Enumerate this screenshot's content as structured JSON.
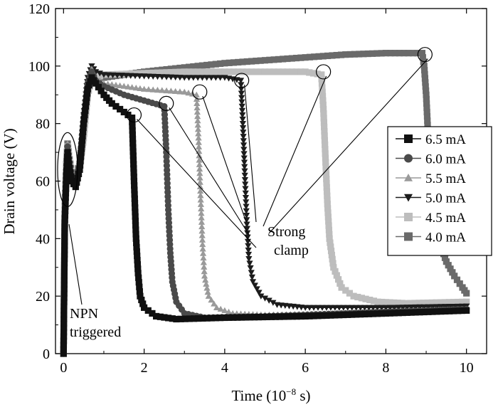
{
  "chart_data": {
    "type": "line",
    "xlabel": "Time (10",
    "xlabel_exp": "−8",
    "xlabel_suffix": " s)",
    "ylabel": "Drain voltage (V)",
    "xlim": [
      -0.2,
      10.5
    ],
    "ylim": [
      0,
      120
    ],
    "xticks": [
      "0",
      "2",
      "4",
      "6",
      "8",
      "10"
    ],
    "yticks": [
      "0",
      "20",
      "40",
      "60",
      "80",
      "100",
      "120"
    ],
    "grid": false,
    "legend_position": "right",
    "annotations": {
      "npn": [
        "NPN",
        "triggered"
      ],
      "clamp": [
        "Strong",
        "clamp"
      ]
    },
    "series": [
      {
        "name": "6.5 mA",
        "color": "#101010",
        "marker": "square",
        "points": [
          [
            0,
            0
          ],
          [
            0.03,
            45
          ],
          [
            0.07,
            62
          ],
          [
            0.1,
            70
          ],
          [
            0.13,
            66
          ],
          [
            0.2,
            60
          ],
          [
            0.3,
            58
          ],
          [
            0.4,
            64
          ],
          [
            0.5,
            80
          ],
          [
            0.6,
            92
          ],
          [
            0.7,
            96
          ],
          [
            0.8,
            94
          ],
          [
            1.0,
            90
          ],
          [
            1.2,
            87
          ],
          [
            1.5,
            84
          ],
          [
            1.7,
            82
          ],
          [
            1.75,
            60
          ],
          [
            1.8,
            40
          ],
          [
            1.85,
            28
          ],
          [
            1.9,
            20
          ],
          [
            2.0,
            16
          ],
          [
            2.3,
            13
          ],
          [
            2.8,
            12
          ],
          [
            4,
            12.5
          ],
          [
            6,
            13
          ],
          [
            8,
            14
          ],
          [
            10,
            15
          ]
        ]
      },
      {
        "name": "6.0 mA",
        "color": "#4a4a4a",
        "marker": "circle",
        "points": [
          [
            0,
            0
          ],
          [
            0.03,
            48
          ],
          [
            0.07,
            64
          ],
          [
            0.1,
            72
          ],
          [
            0.13,
            68
          ],
          [
            0.2,
            62
          ],
          [
            0.3,
            60
          ],
          [
            0.4,
            66
          ],
          [
            0.5,
            82
          ],
          [
            0.6,
            94
          ],
          [
            0.7,
            98
          ],
          [
            0.8,
            95
          ],
          [
            1.0,
            93
          ],
          [
            1.5,
            90
          ],
          [
            2.0,
            88
          ],
          [
            2.5,
            86
          ],
          [
            2.55,
            70
          ],
          [
            2.6,
            50
          ],
          [
            2.65,
            35
          ],
          [
            2.7,
            25
          ],
          [
            2.8,
            18
          ],
          [
            3.0,
            14
          ],
          [
            3.5,
            12.5
          ],
          [
            5,
            13
          ],
          [
            7,
            14
          ],
          [
            10,
            15.5
          ]
        ]
      },
      {
        "name": "5.5 mA",
        "color": "#9a9a9a",
        "marker": "triangle-up",
        "points": [
          [
            0,
            0
          ],
          [
            0.03,
            50
          ],
          [
            0.07,
            66
          ],
          [
            0.1,
            73
          ],
          [
            0.13,
            69
          ],
          [
            0.2,
            63
          ],
          [
            0.3,
            61
          ],
          [
            0.4,
            68
          ],
          [
            0.5,
            84
          ],
          [
            0.6,
            95
          ],
          [
            0.7,
            99
          ],
          [
            0.8,
            96
          ],
          [
            1.0,
            94
          ],
          [
            1.5,
            93
          ],
          [
            2.0,
            92
          ],
          [
            3.0,
            91
          ],
          [
            3.3,
            90
          ],
          [
            3.35,
            75
          ],
          [
            3.4,
            55
          ],
          [
            3.45,
            38
          ],
          [
            3.5,
            27
          ],
          [
            3.6,
            20
          ],
          [
            3.8,
            16
          ],
          [
            4.2,
            14
          ],
          [
            5,
            13.5
          ],
          [
            7,
            14
          ],
          [
            10,
            15
          ]
        ]
      },
      {
        "name": "5.0 mA",
        "color": "#1c1c1c",
        "marker": "triangle-down",
        "points": [
          [
            0,
            0
          ],
          [
            0.03,
            47
          ],
          [
            0.07,
            63
          ],
          [
            0.1,
            71
          ],
          [
            0.13,
            67
          ],
          [
            0.2,
            61
          ],
          [
            0.3,
            59
          ],
          [
            0.4,
            66
          ],
          [
            0.5,
            83
          ],
          [
            0.6,
            96
          ],
          [
            0.7,
            100
          ],
          [
            0.8,
            98
          ],
          [
            1.0,
            97
          ],
          [
            2,
            96.5
          ],
          [
            3,
            96
          ],
          [
            4,
            96
          ],
          [
            4.4,
            95
          ],
          [
            4.45,
            80
          ],
          [
            4.5,
            62
          ],
          [
            4.55,
            45
          ],
          [
            4.6,
            33
          ],
          [
            4.7,
            25
          ],
          [
            4.9,
            20
          ],
          [
            5.3,
            17
          ],
          [
            6,
            16
          ],
          [
            8,
            16
          ],
          [
            10,
            16.5
          ]
        ]
      },
      {
        "name": "4.5 mA",
        "color": "#bdbdbd",
        "marker": "square",
        "points": [
          [
            0,
            0
          ],
          [
            0.03,
            49
          ],
          [
            0.07,
            65
          ],
          [
            0.1,
            72
          ],
          [
            0.13,
            68
          ],
          [
            0.2,
            62
          ],
          [
            0.3,
            60
          ],
          [
            0.4,
            64
          ],
          [
            0.5,
            75
          ],
          [
            0.6,
            90
          ],
          [
            0.7,
            96
          ],
          [
            0.8,
            96
          ],
          [
            1.0,
            97
          ],
          [
            2,
            97.5
          ],
          [
            3,
            98
          ],
          [
            4,
            98
          ],
          [
            5,
            98
          ],
          [
            6,
            98
          ],
          [
            6.4,
            97
          ],
          [
            6.45,
            85
          ],
          [
            6.5,
            68
          ],
          [
            6.55,
            52
          ],
          [
            6.6,
            40
          ],
          [
            6.7,
            30
          ],
          [
            6.9,
            23
          ],
          [
            7.2,
            20
          ],
          [
            7.8,
            18
          ],
          [
            8.5,
            17.5
          ],
          [
            10,
            18
          ]
        ]
      },
      {
        "name": "4.0 mA",
        "color": "#6a6a6a",
        "marker": "square",
        "points": [
          [
            0,
            0
          ],
          [
            0.03,
            50
          ],
          [
            0.07,
            66
          ],
          [
            0.1,
            73
          ],
          [
            0.13,
            69
          ],
          [
            0.2,
            63
          ],
          [
            0.3,
            61
          ],
          [
            0.4,
            66
          ],
          [
            0.5,
            78
          ],
          [
            0.6,
            93
          ],
          [
            0.7,
            98
          ],
          [
            0.8,
            97
          ],
          [
            1.0,
            96
          ],
          [
            2,
            98
          ],
          [
            3,
            99.5
          ],
          [
            4,
            101
          ],
          [
            5,
            102
          ],
          [
            6,
            103
          ],
          [
            7,
            104
          ],
          [
            8,
            104.5
          ],
          [
            8.9,
            104.5
          ],
          [
            8.95,
            100
          ],
          [
            9.0,
            90
          ],
          [
            9.05,
            75
          ],
          [
            9.1,
            60
          ],
          [
            9.2,
            48
          ],
          [
            9.3,
            40
          ],
          [
            9.5,
            32
          ],
          [
            9.7,
            27
          ],
          [
            9.9,
            23
          ],
          [
            10,
            21
          ]
        ]
      }
    ]
  }
}
